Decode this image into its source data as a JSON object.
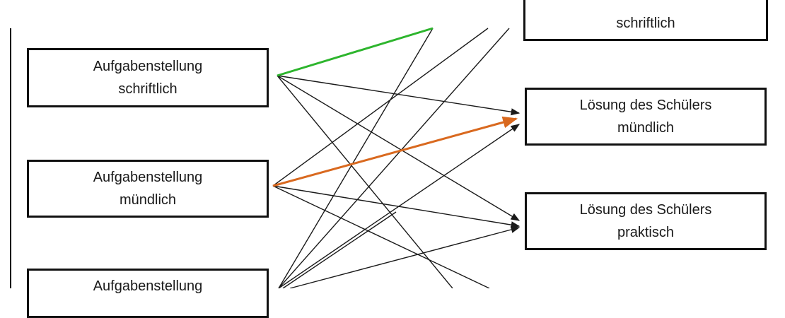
{
  "nodes": {
    "left_1": "Aufgabenstellung\nschriftlich",
    "left_2": "Aufgabenstellung\nmündlich",
    "left_3": "Aufgabenstellung",
    "right_0": "schriftlich",
    "right_1": "Lösung des Schülers\nmündlich",
    "right_2": "Lösung des Schülers\npraktisch"
  },
  "colors": {
    "line": "#1a1a1a",
    "highlight_green": "#2db52d",
    "highlight_orange": "#d9691f"
  }
}
